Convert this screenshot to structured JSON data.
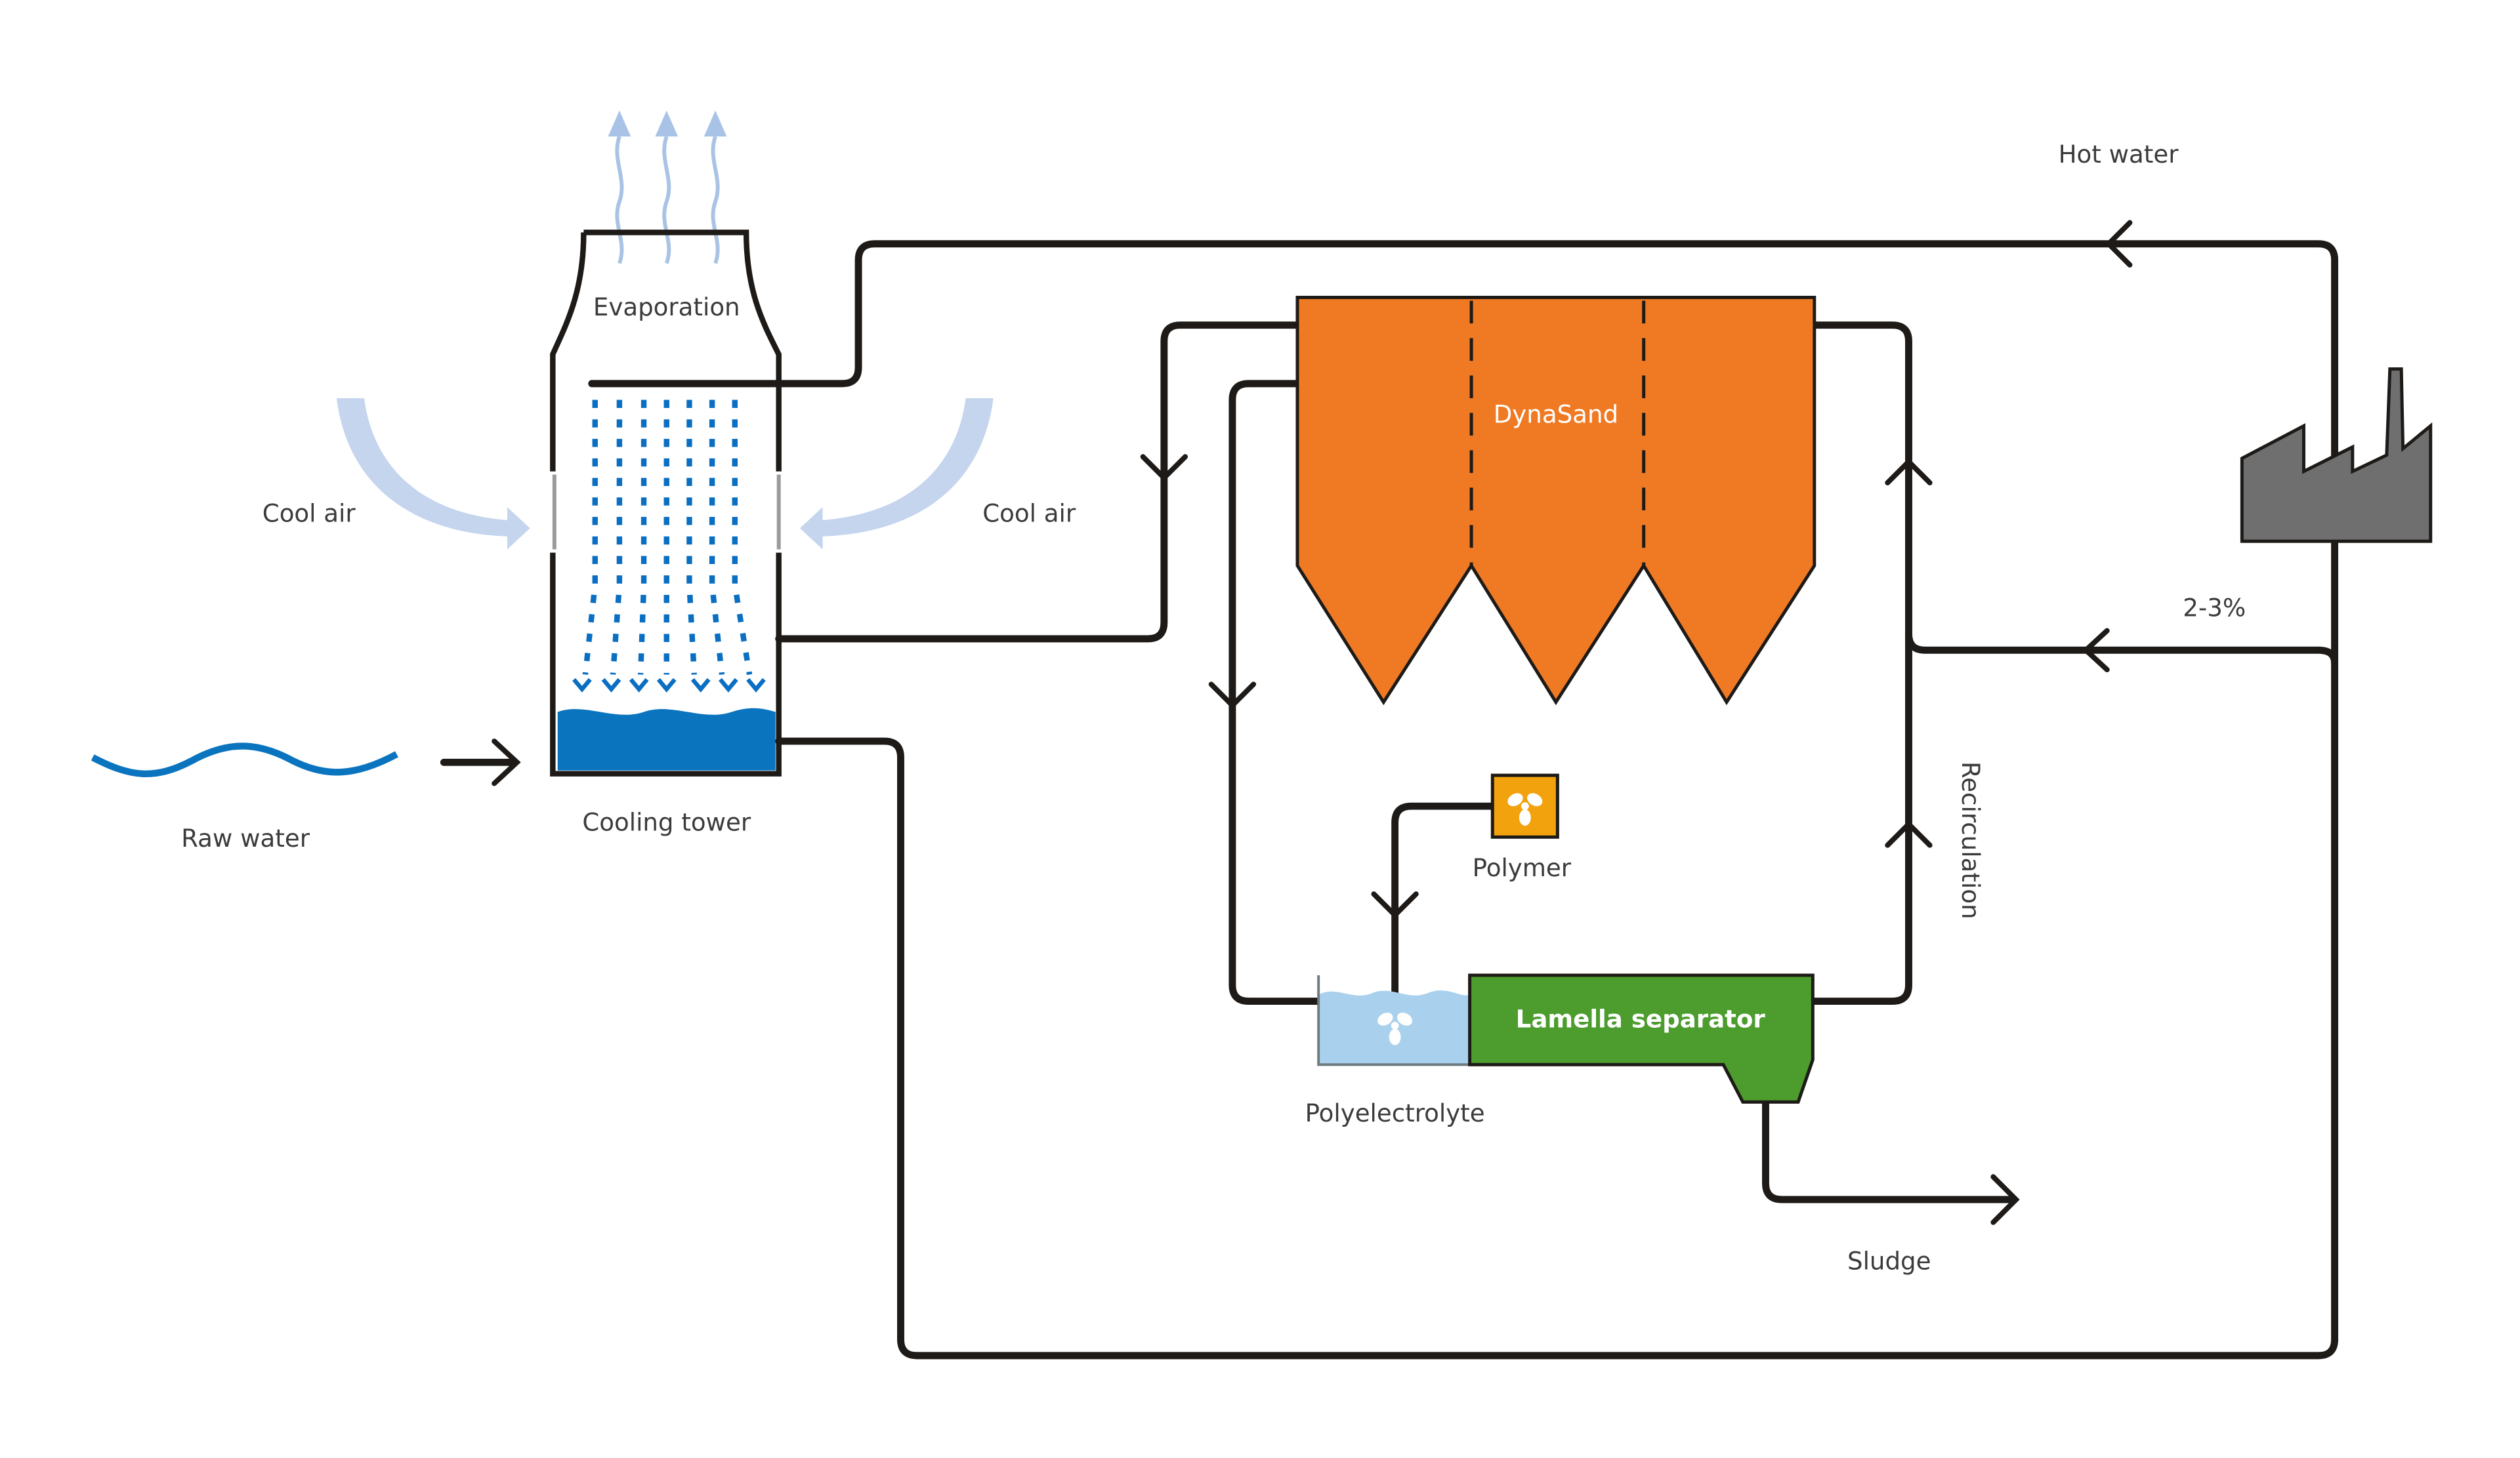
{
  "diagram": {
    "title": "Cooling water treatment with DynaSand and Lamella separator",
    "colors": {
      "pipe": "#1d1a17",
      "dynasand_fill": "#f07a23",
      "lamella_fill": "#4c9c2e",
      "polymer_fill": "#f2a20c",
      "polyelectrolyte_fill": "#a9d0ec",
      "basin_water": "#0a74bf",
      "droplets": "#0a6fc2",
      "air_arrow": "#c5d5ee",
      "factory": "#6f6f6f",
      "label_text": "#3b3b3b"
    },
    "nodes": {
      "cooling_tower": {
        "label": "Cooling tower",
        "top_label": "Evaporation"
      },
      "dynasand": {
        "label": "DynaSand"
      },
      "lamella": {
        "label": "Lamella separator"
      },
      "polymer": {
        "label": "Polymer"
      },
      "polyelectrolyte": {
        "label": "Polyelectrolyte"
      },
      "factory": {
        "label": ""
      }
    },
    "labels": {
      "raw_water": "Raw water",
      "cool_air_left": "Cool air",
      "cool_air_right": "Cool air",
      "hot_water": "Hot water",
      "bleed_percent": "2-3%",
      "recirculation": "Recirculation",
      "sludge": "Sludge"
    },
    "icons": {
      "raw_water": "wave-icon",
      "factory": "factory-icon",
      "polymer": "propeller-icon",
      "polyelectrolyte": "propeller-icon",
      "steam": "steam-icon",
      "cool_air": "curved-arrow-icon"
    }
  }
}
